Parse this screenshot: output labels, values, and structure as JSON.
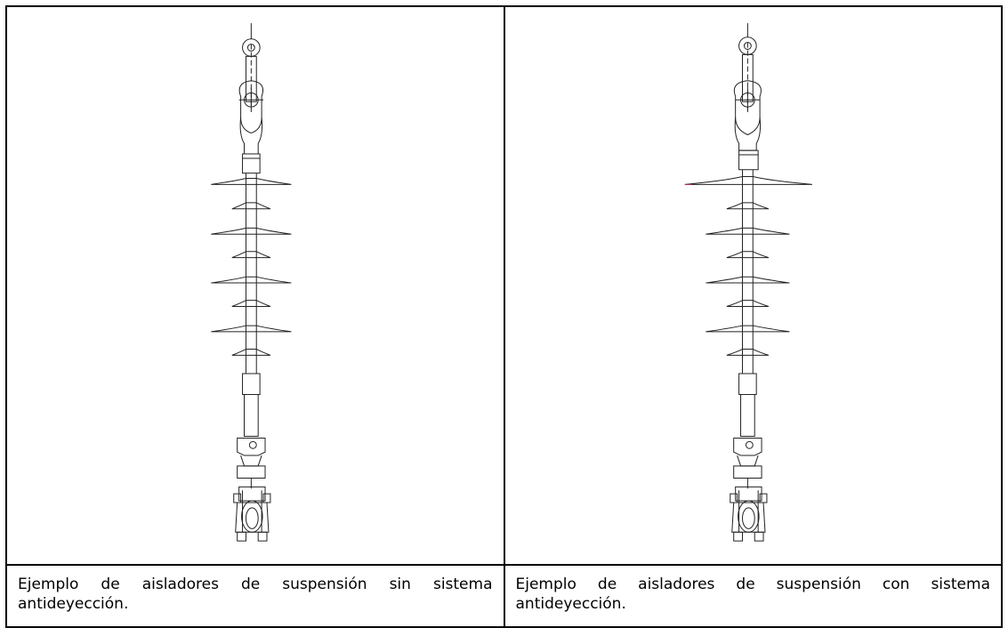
{
  "figures": [
    {
      "id": "sin-antideyeccion",
      "caption": "Ejemplo de aisladores de suspensión sin sistema antideyección.",
      "sheds": "large-small-alternating"
    },
    {
      "id": "con-antideyeccion",
      "caption": "Ejemplo de aisladores de suspensión con sistema antideyección.",
      "sheds": "extra-large-top-then-alternating"
    }
  ],
  "colors": {
    "line": "#222222",
    "border": "#000000",
    "accent": "#cc2244"
  }
}
